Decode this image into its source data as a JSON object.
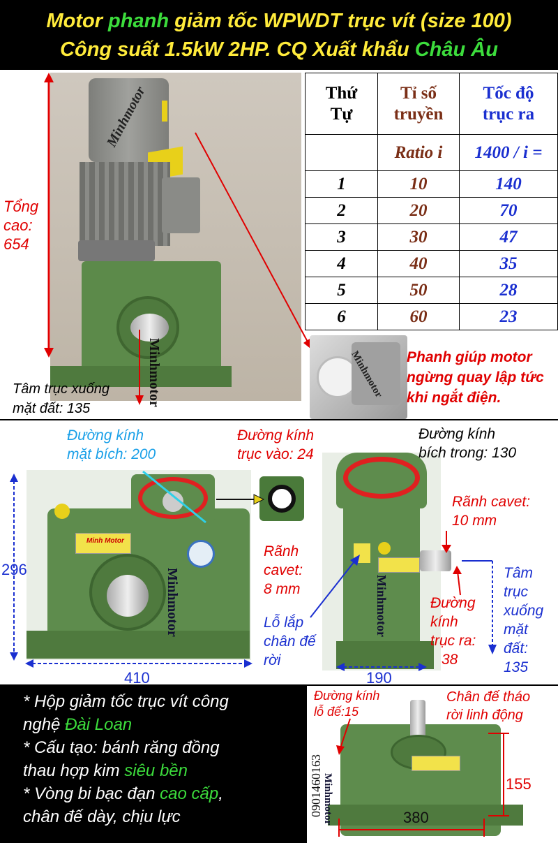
{
  "header": {
    "line1_a": "Motor ",
    "line1_b": "phanh",
    "line1_c": " giảm tốc WPWDT trục vít (size 100)",
    "line2_a": "Công suất 1.5kW 2HP. CQ Xuất khẩu ",
    "line2_b": "Châu Âu"
  },
  "top": {
    "total_height_l1": "Tổng",
    "total_height_l2": "cao:",
    "total_height_val": "654",
    "brand_1": "Minhmotor",
    "brand_2": "Minhmotor",
    "center_l1": "Tâm trục xuống",
    "center_l2": "mặt đất: 135",
    "brake_brand": "Minhmotor",
    "brake_note": "Phanh giúp motor ngừng quay lập tức khi ngắt điện."
  },
  "table": {
    "h1": [
      "Thứ",
      "Tự"
    ],
    "h2": [
      "Tỉ số",
      "truyền"
    ],
    "h3": [
      "Tốc độ",
      "trục ra"
    ],
    "sub2": "Ratio i",
    "sub3": "1400 / i =",
    "rows": [
      [
        "1",
        "10",
        "140"
      ],
      [
        "2",
        "20",
        "70"
      ],
      [
        "3",
        "30",
        "47"
      ],
      [
        "4",
        "40",
        "35"
      ],
      [
        "5",
        "50",
        "28"
      ],
      [
        "6",
        "60",
        "23"
      ]
    ]
  },
  "mid": {
    "flange_l1": "Đường kính",
    "flange_l2": "mặt bích: 200",
    "input_l1": "Đường kính",
    "input_l2": "trục vào:  24",
    "inner_l1": "Đường kính",
    "inner_l2": "bích trong: 130",
    "keyway_in_l1": "Rãnh",
    "keyway_in_l2": "cavet:",
    "keyway_in_l3": "8 mm",
    "keyway_out_l1": "Rãnh cavet:",
    "keyway_out_l2": "10 mm",
    "mount_l1": "Lỗ lắp",
    "mount_l2": "chân đế",
    "mount_l3": "rời",
    "out_l1": "Đường",
    "out_l2": "kính",
    "out_l3": "trục ra:",
    "out_l4": "38",
    "center2_l1": "Tâm",
    "center2_l2": "trục",
    "center2_l3": "xuống",
    "center2_l4": "mặt",
    "center2_l5": "đất:",
    "center2_l6": "135",
    "height_296": "296",
    "width_410": "410",
    "width_190": "190",
    "brand_front": "Minhmotor",
    "brand_side": "Minhmotor",
    "plate_brand": "Minh Motor"
  },
  "bottom": {
    "b1_a": "* Hộp giảm tốc trục vít công",
    "b1_b": "nghệ ",
    "b1_c": "Đài Loan",
    "b2_a": "* Cấu tạo: bánh răng đồng",
    "b2_b": "thau hợp kim ",
    "b2_c": "siêu bền",
    "b3_a": "* Vòng bi bạc đạn ",
    "b3_b": "cao cấp",
    "b3_c": ",",
    "b4": "chân đế dày, chịu lực",
    "hole_l1": "Đường kính",
    "hole_l2": "lỗ đế:15",
    "foot_l1": "Chân đế tháo",
    "foot_l2": "rời linh động",
    "phone": "0901460163",
    "brand": "Minhmotor",
    "dim_155": "155",
    "dim_380": "380"
  }
}
